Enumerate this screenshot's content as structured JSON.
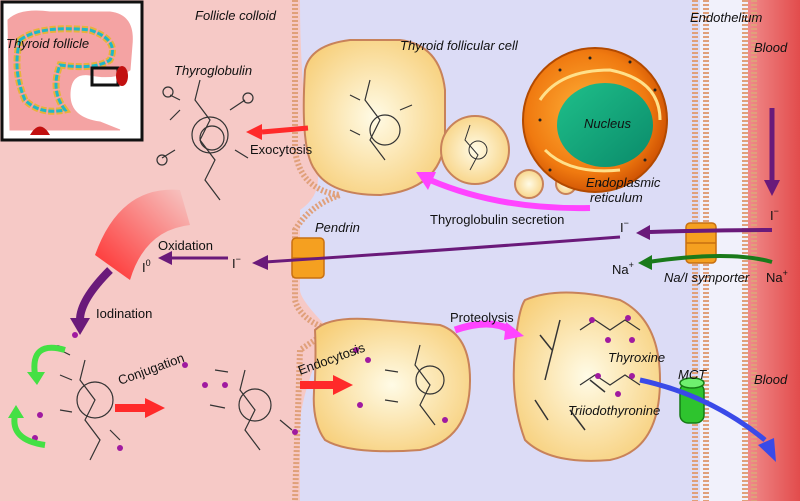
{
  "labels": {
    "follicle_colloid": "Follicle colloid",
    "endothelium": "Endothelium",
    "blood_top": "Blood",
    "blood_bottom": "Blood",
    "thyroid_follicular_cell": "Thyroid follicular cell",
    "thyroid_follicle": "Thyroid follicle",
    "thyroglobulin": "Thyroglobulin",
    "exocytosis": "Exocytosis",
    "nucleus": "Nucleus",
    "endoplasmic": "Endoplasmic",
    "reticulum": "reticulum",
    "thyroglobulin_secretion": "Thyroglobulin secretion",
    "pendrin": "Pendrin",
    "oxidation": "Oxidation",
    "i_zero": "I",
    "i_zero_sup": "0",
    "i_minus_colloid": "I",
    "i_minus_membrane": "I",
    "i_minus_blood": "I",
    "minus_sup": "−",
    "na_cell": "Na",
    "na_blood": "Na",
    "plus_sup": "+",
    "symporter": "Na/I symporter",
    "iodination": "Iodination",
    "conjugation": "Conjugation",
    "endocytosis": "Endocytosis",
    "proteolysis": "Proteolysis",
    "thyroxine": "Thyroxine",
    "triiodothyronine": "Triiodothyronine",
    "mct": "MCT"
  },
  "colors": {
    "colloid": "#f6c9c6",
    "cell": "#dcdcf6",
    "blood": "#ef6f6f",
    "vesicle": "#fbe3a8",
    "membrane": "#d89a72",
    "secretion_arrow": "#ff44ff",
    "iodide_arrow": "#6a1a7a",
    "sodium_arrow": "#1a7a1a",
    "exocytosis_arrow": "#ff2a2a",
    "mct": "#2ec42e",
    "thyroid_hormone_arrow": "#3a4ae8"
  },
  "icons": {
    "symporter": "orange-transporter-icon",
    "pendrin": "orange-transporter-icon",
    "mct": "green-cylinder-transporter-icon"
  }
}
